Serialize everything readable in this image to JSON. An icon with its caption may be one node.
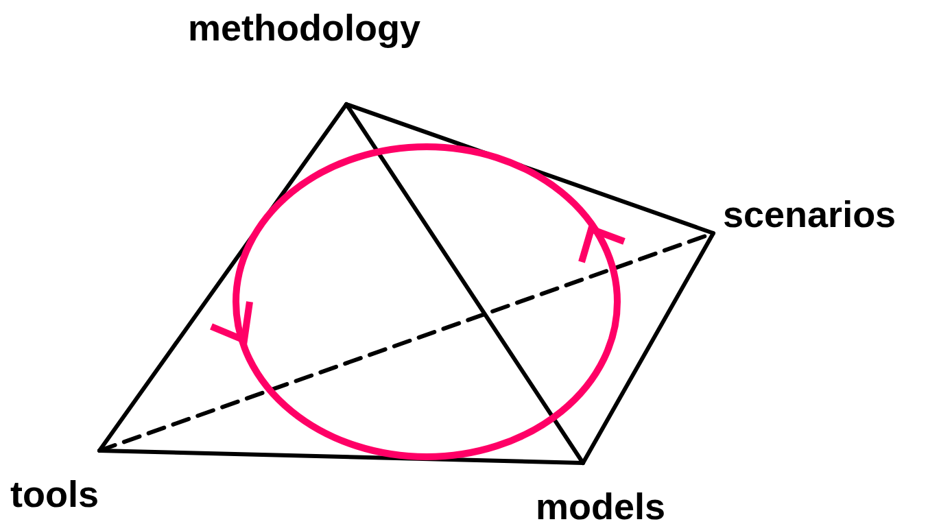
{
  "diagram": {
    "nodes": [
      {
        "text": [
          "methodology"
        ]
      },
      {
        "text": [
          "scenarios"
        ]
      },
      {
        "text": [
          "tools"
        ]
      },
      {
        "text": [
          "models"
        ]
      }
    ],
    "edges": [
      {
        "from": 0,
        "to": 1,
        "arrow": "none"
      },
      {
        "from": 0,
        "to": 2,
        "arrow": "none"
      },
      {
        "from": 0,
        "to": 3,
        "arrow": "none"
      },
      {
        "from": 1,
        "to": 3,
        "arrow": "none"
      },
      {
        "from": 2,
        "to": 3,
        "arrow": "none"
      },
      {
        "from": 2,
        "to": 1,
        "arrow": "none",
        "style": "dashed"
      }
    ]
  }
}
